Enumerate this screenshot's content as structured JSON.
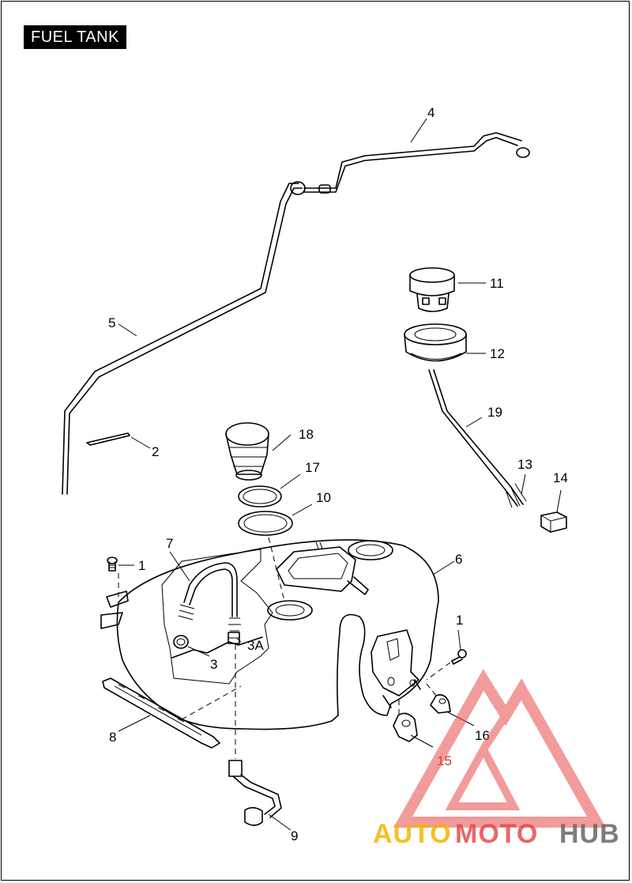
{
  "title": "FUEL TANK",
  "callouts": {
    "c1a": "1",
    "c1b": "1",
    "c2": "2",
    "c3": "3",
    "c3a": "3A",
    "c4": "4",
    "c5": "5",
    "c6": "6",
    "c7": "7",
    "c8": "8",
    "c9": "9",
    "c10": "10",
    "c11": "11",
    "c12": "12",
    "c13": "13",
    "c14": "14",
    "c15": "15",
    "c16": "16",
    "c17": "17",
    "c18": "18",
    "c19": "19"
  },
  "watermark": {
    "part1": "AUTO",
    "part2": "MOTO",
    "part3": "HUB",
    "color_auto": "#f5b400",
    "color_moto": "#e84a4a",
    "color_hub": "#666666",
    "logo_color": "#e84a4a"
  }
}
